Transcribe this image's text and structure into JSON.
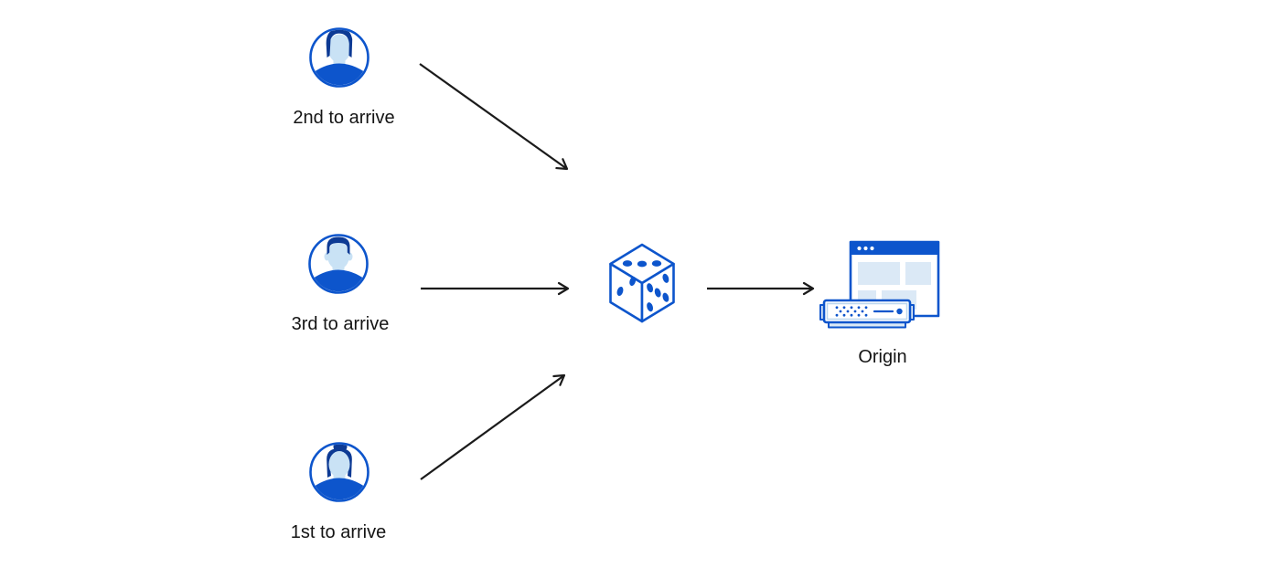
{
  "diagram": {
    "clients": [
      {
        "id": "client-2nd",
        "label": "2nd to arrive",
        "icon": "avatar-man-pompadour-icon"
      },
      {
        "id": "client-3rd",
        "label": "3rd to arrive",
        "icon": "avatar-man-short-hair-icon"
      },
      {
        "id": "client-1st",
        "label": "1st to arrive",
        "icon": "avatar-woman-bun-icon"
      }
    ],
    "selector": {
      "id": "random-selector",
      "icon": "dice-icon"
    },
    "origin": {
      "id": "origin",
      "label": "Origin",
      "icon": "origin-server-browser-icon"
    },
    "connections": [
      {
        "from": "client-2nd",
        "to": "random-selector"
      },
      {
        "from": "client-3rd",
        "to": "random-selector"
      },
      {
        "from": "client-1st",
        "to": "random-selector"
      },
      {
        "from": "random-selector",
        "to": "origin"
      }
    ]
  },
  "colors": {
    "primary_blue": "#0d55cc",
    "dark_navy": "#0d3a94",
    "light_blue": "#c9e2f5",
    "pale_blue": "#dbe9f6",
    "inset_blue": "#bcd7ef",
    "arrow_black": "#1b1b1b",
    "text_black": "#141414",
    "background": "#ffffff"
  }
}
